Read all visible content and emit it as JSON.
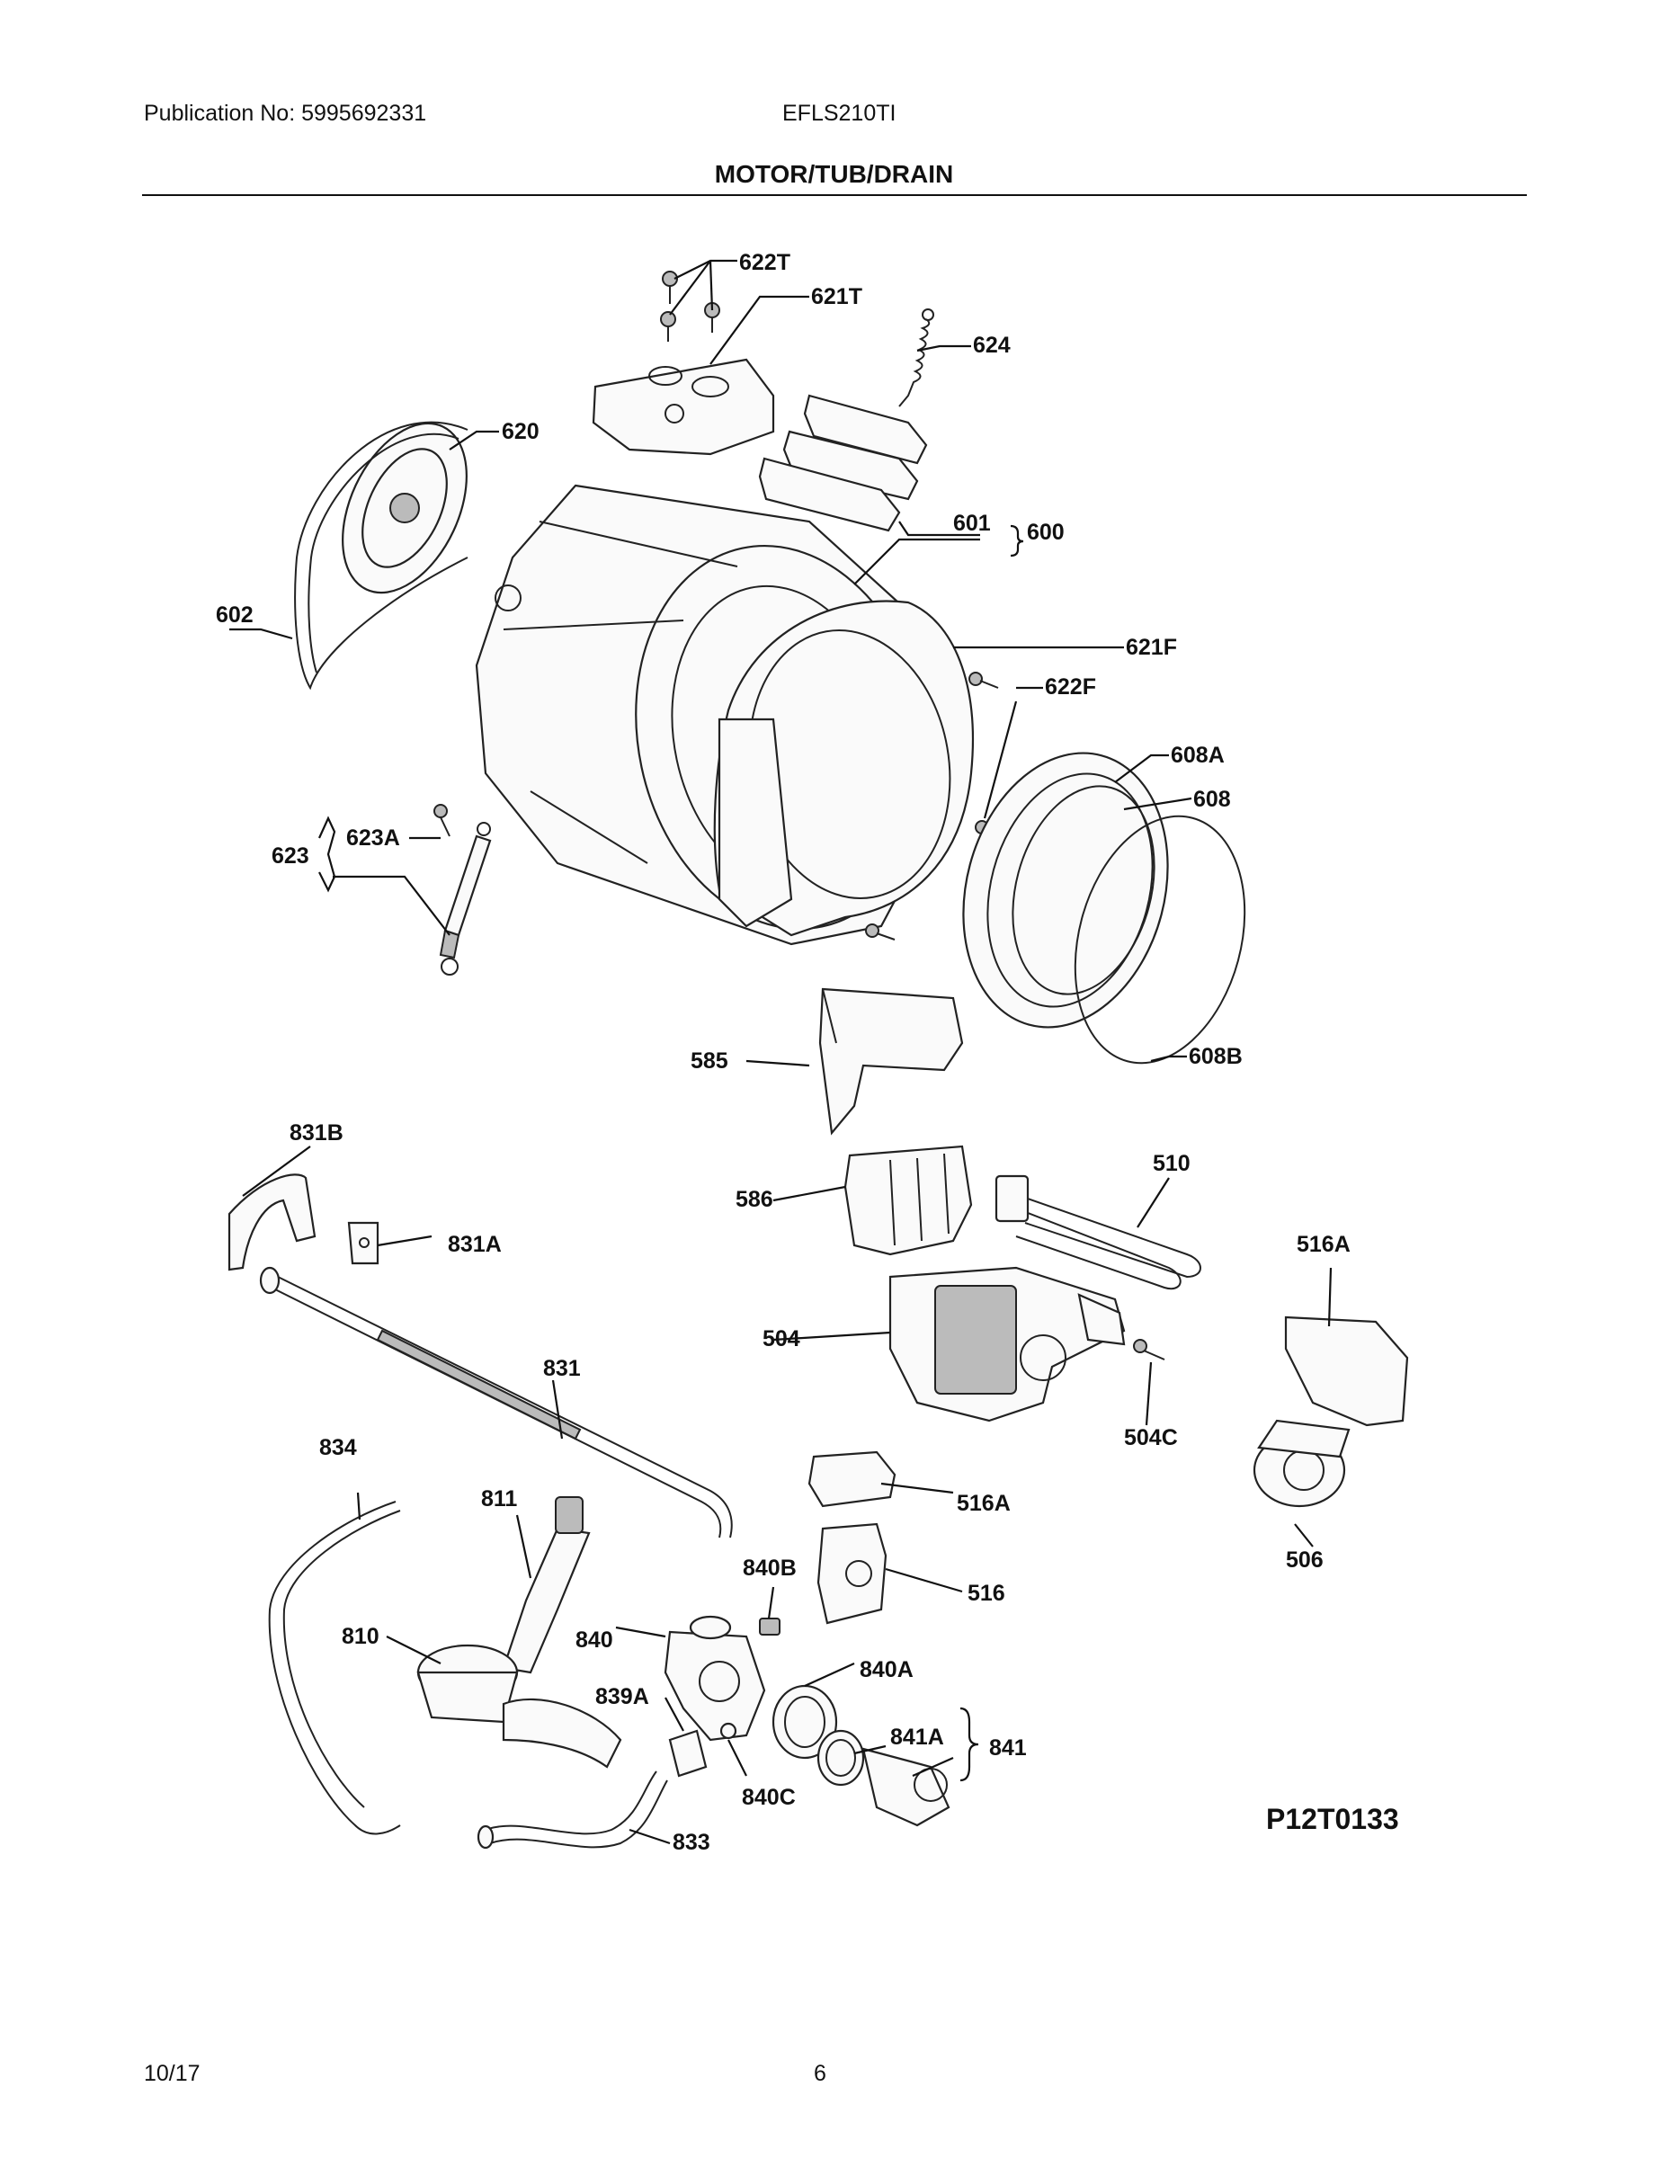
{
  "header": {
    "publication": "Publication No: 5995692331",
    "model": "EFLS210TI",
    "section_title": "MOTOR/TUB/DRAIN"
  },
  "footer": {
    "date": "10/17",
    "page_number": "6"
  },
  "diagram": {
    "drawing_code": "P12T0133",
    "part_labels": {
      "p622T": "622T",
      "p621T": "621T",
      "p624": "624",
      "p620": "620",
      "p601": "601",
      "p600": "600",
      "p602": "602",
      "p621F": "621F",
      "p622F": "622F",
      "p608A": "608A",
      "p608": "608",
      "p623": "623",
      "p623A": "623A",
      "p608B": "608B",
      "p585": "585",
      "p831B": "831B",
      "p510": "510",
      "p586": "586",
      "p831A": "831A",
      "p516A_top": "516A",
      "p504": "504",
      "p831": "831",
      "p504C": "504C",
      "p834": "834",
      "p811": "811",
      "p516A_mid": "516A",
      "p506": "506",
      "p840B": "840B",
      "p516": "516",
      "p810": "810",
      "p840": "840",
      "p840A": "840A",
      "p839A": "839A",
      "p841A": "841A",
      "p841": "841",
      "p840C": "840C",
      "p833": "833"
    }
  }
}
